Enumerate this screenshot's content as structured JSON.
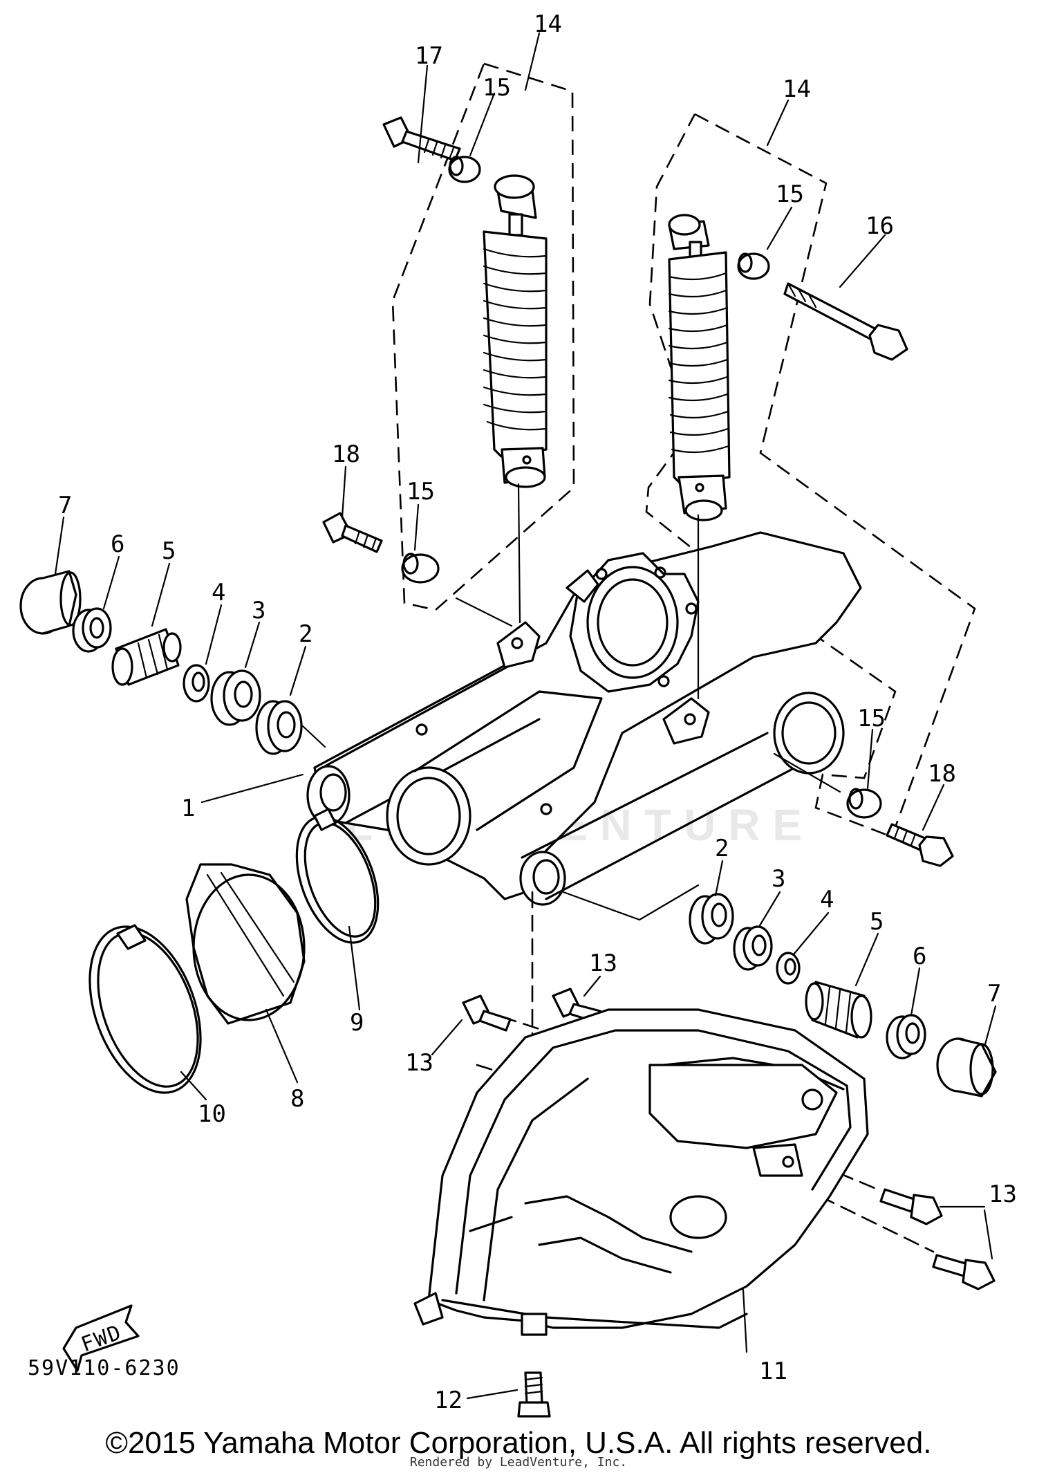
{
  "diagram": {
    "callouts": [
      "1",
      "2",
      "3",
      "4",
      "5",
      "6",
      "7",
      "8",
      "9",
      "10",
      "11",
      "12",
      "13",
      "14",
      "15",
      "16",
      "17",
      "18"
    ],
    "code": "59V110-6230",
    "fwd": "FWD",
    "watermark": "LEADVENTURE"
  },
  "copyright": "©2015 Yamaha Motor Corporation, U.S.A. All rights reserved.",
  "rendered_by": "Rendered by LeadVenture, Inc."
}
